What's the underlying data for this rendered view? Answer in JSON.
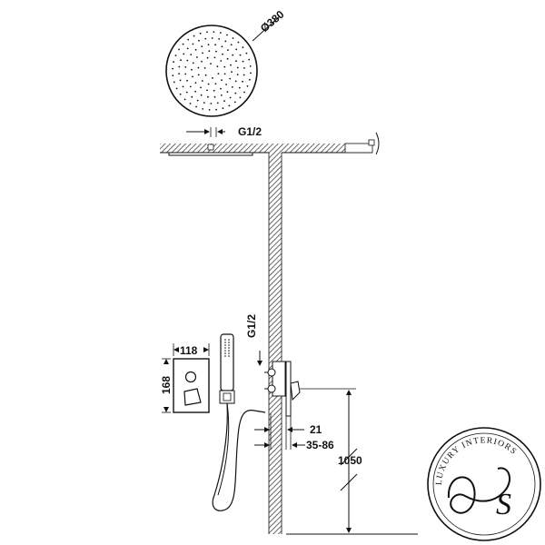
{
  "dimensions": {
    "head_diameter": "Ø380",
    "head_thread": "G1/2",
    "outlet_thread": "G1/2",
    "plate_width": "118",
    "plate_height": "168",
    "depth_min": "21",
    "depth_range": "35-86",
    "mount_height": "1050"
  },
  "logo": {
    "text": "LUXURY INTERIORS",
    "monogram": "S"
  },
  "colors": {
    "line": "#111111",
    "hatch": "#555555",
    "background": "#ffffff"
  }
}
